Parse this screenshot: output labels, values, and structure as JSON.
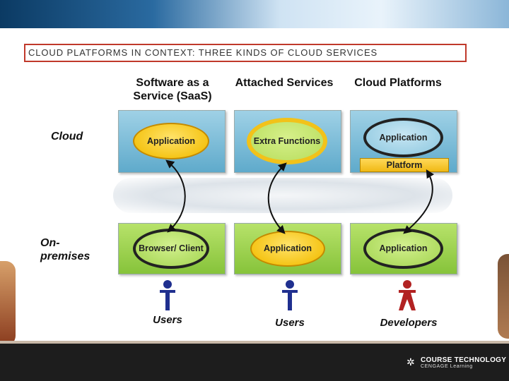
{
  "title": "CLOUD PLATFORMS IN CONTEXT: THREE KINDS OF CLOUD SERVICES",
  "columns": {
    "saas": "Software as a Service (SaaS)",
    "attached": "Attached Services",
    "platforms": "Cloud Platforms"
  },
  "rows": {
    "cloud": "Cloud",
    "onprem": "On-premises"
  },
  "cloud_boxes": {
    "saas_oval": "Application",
    "attached_oval": "Extra Functions",
    "platform_oval": "Application",
    "platform_bar": "Platform"
  },
  "onprem_boxes": {
    "saas_oval": "Browser/ Client",
    "attached_oval": "Application",
    "platform_oval": "Application"
  },
  "people": {
    "users1": "Users",
    "users2": "Users",
    "developers": "Developers"
  },
  "logo": {
    "line1": "COURSE TECHNOLOGY",
    "line2": "CENGAGE Learning"
  },
  "colors": {
    "cloud_box": "#6fb6d4",
    "onprem_box": "#95cc45",
    "oval_yellow": "#f5c518",
    "user_blue": "#1f2f8f",
    "developer_red": "#b22222",
    "title_border": "#c0392b"
  }
}
